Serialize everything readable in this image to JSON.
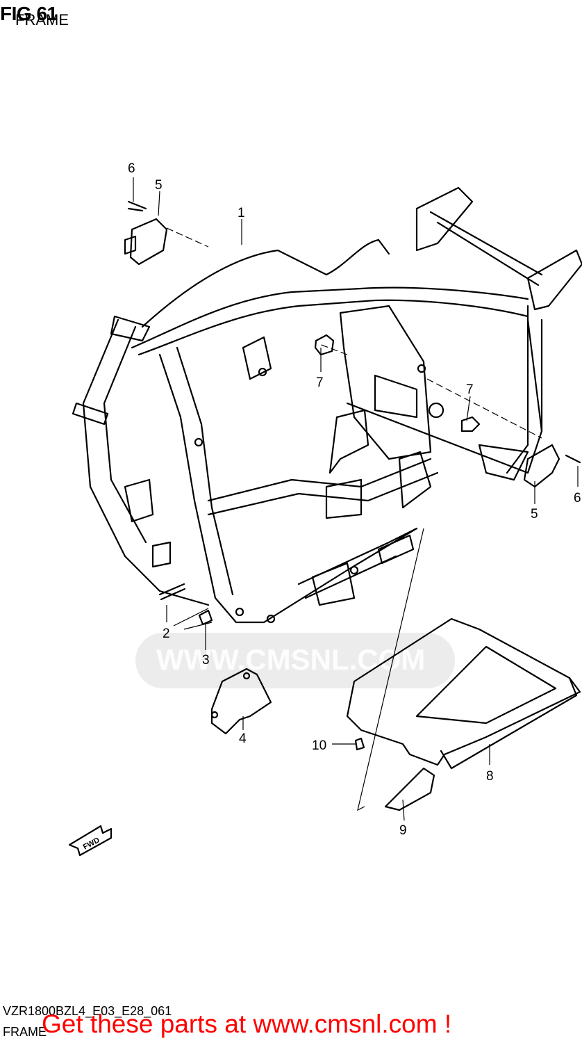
{
  "header": {
    "fig_label": "FIG 61",
    "subtitle": "FRAME"
  },
  "watermark": {
    "text": "WWW.CMSNL.COM"
  },
  "callouts": [
    "1",
    "2",
    "3",
    "4",
    "5",
    "5",
    "6",
    "6",
    "7",
    "7",
    "8",
    "9",
    "10"
  ],
  "fwd_label": "FWD",
  "footer": {
    "code": "VZR1800BZL4_E03_E28_061",
    "name": "FRAME",
    "cta": "Get these parts at www.cmsnl.com !",
    "cta_color": "#ff0000"
  }
}
